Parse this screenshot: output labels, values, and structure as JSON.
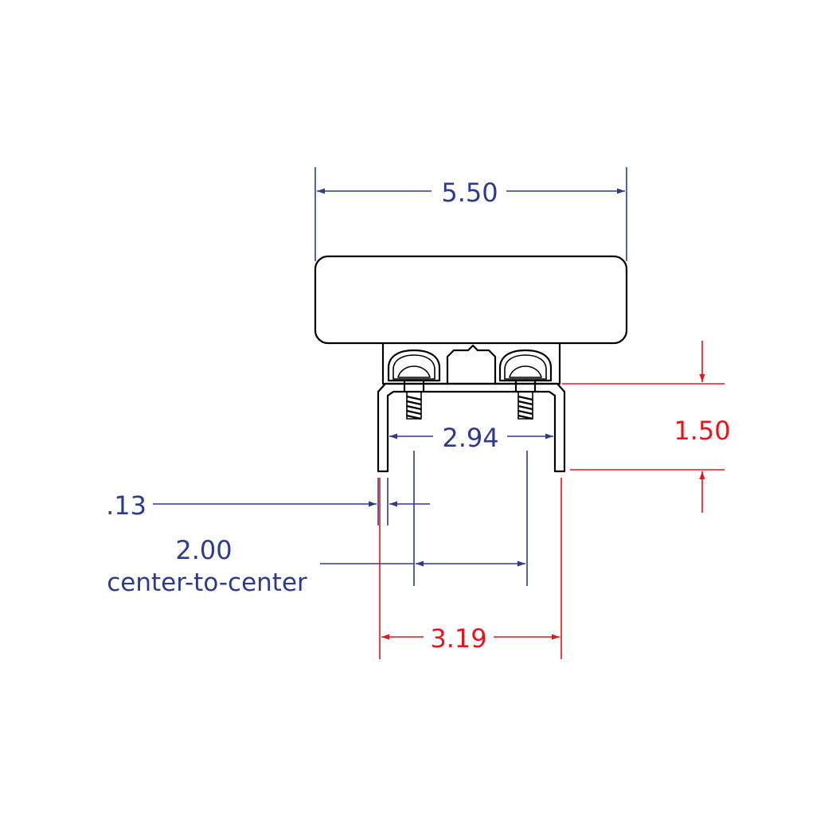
{
  "colors": {
    "blue_dimension": "#2e3a8f",
    "red_dimension": "#e8141c",
    "outline": "#000000",
    "background": "#ffffff"
  },
  "dimensions": {
    "overall_width": {
      "text": "5.50",
      "color": "blue"
    },
    "inner_width": {
      "text": "2.94",
      "color": "blue"
    },
    "wall_thickness": {
      "text": ".13",
      "color": "blue"
    },
    "center_spacing": {
      "value": "2.00",
      "note": "center-to-center",
      "color": "blue"
    },
    "outer_width": {
      "text": "3.19",
      "color": "red"
    },
    "height": {
      "text": "1.50",
      "color": "red"
    }
  }
}
